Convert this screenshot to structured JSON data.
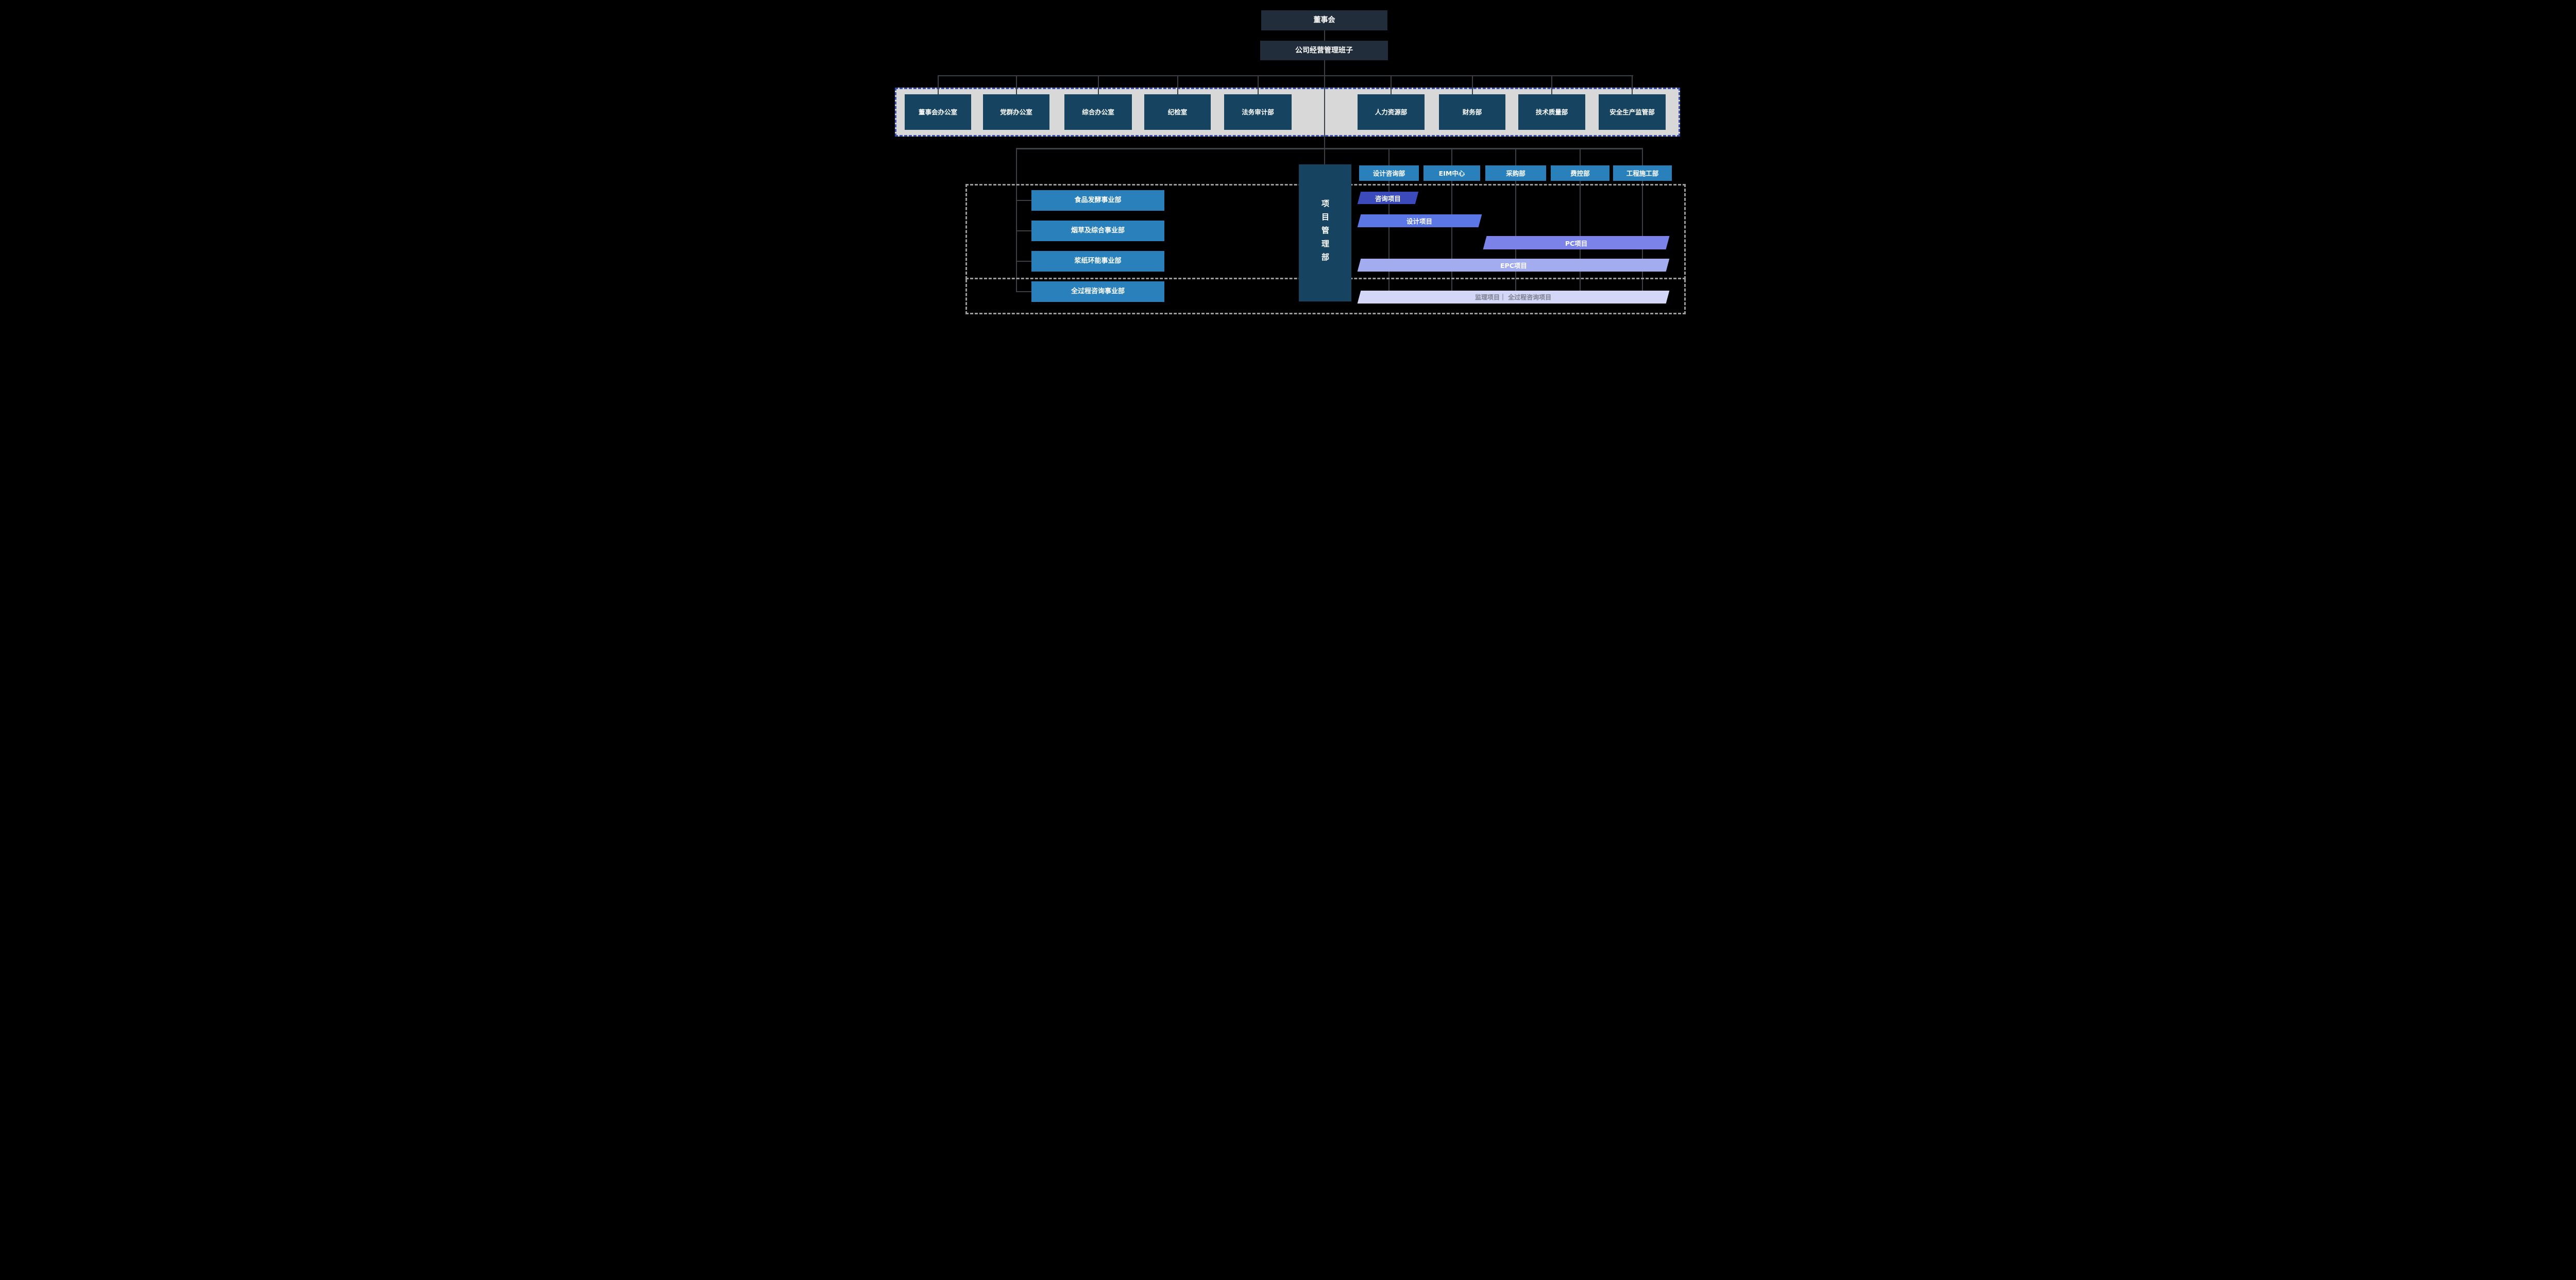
{
  "diagram": {
    "type": "org-chart",
    "background": "#000000"
  },
  "executive": {
    "board": "董事会",
    "management": "公司经营管理班子"
  },
  "functional_departments": [
    "董事会办公室",
    "党群办公室",
    "综合办公室",
    "纪检室",
    "法务审计部",
    "人力资源部",
    "财务部",
    "技术质量部",
    "安全生产监管部"
  ],
  "project_management": "项目管理部",
  "project_departments": [
    "设计咨询部",
    "EIM中心",
    "采购部",
    "费控部",
    "工程施工部"
  ],
  "business_divisions": [
    "食品发酵事业部",
    "烟草及综合事业部",
    "浆纸环能事业部",
    "全过程咨询事业部"
  ],
  "project_bars": [
    {
      "label": "咨询项目",
      "color": "#3b4bbc",
      "text_color": "#ffffff"
    },
    {
      "label": "设计项目",
      "color": "#5b77e5",
      "text_color": "#ffffff"
    },
    {
      "label": "PC项目",
      "color": "#7b83e8",
      "text_color": "#ffffff"
    },
    {
      "label": "EPC项目",
      "color": "#a3acee",
      "text_color": "#ffffff"
    },
    {
      "label": "监理项目｜ 全过程咨询项目",
      "color": "#d3d6f6",
      "text_color": "#7e818f"
    }
  ],
  "colors": {
    "executive_box": "#212d3b",
    "department_box": "#164460",
    "blue_box": "#2980ba",
    "band_background": "#d8d8d8",
    "band_dashed_border": "#3a50ad",
    "container_dashed_border": "#9b9b9b",
    "connector_line": "#3a4046"
  }
}
